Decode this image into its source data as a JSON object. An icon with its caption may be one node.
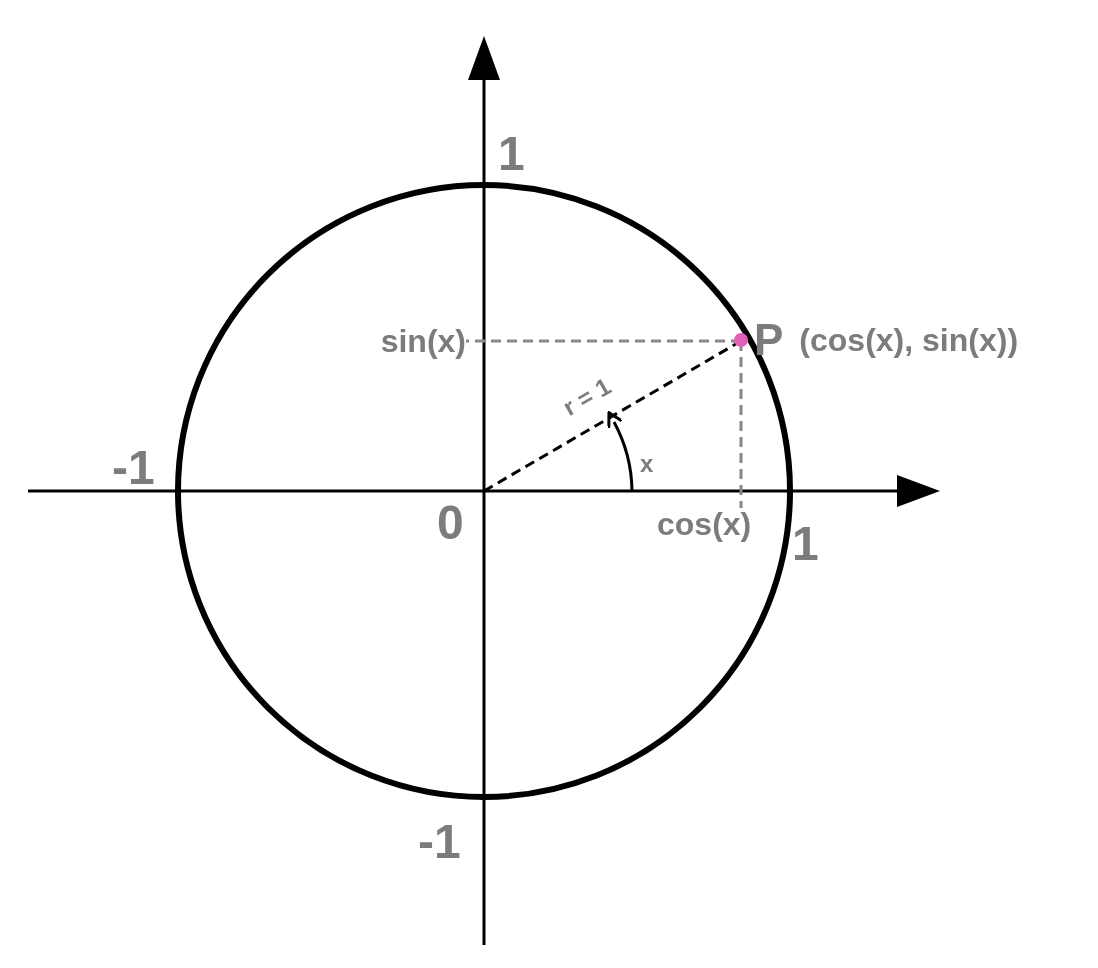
{
  "diagram": {
    "nodes": [
      {
        "text": [
          "P"
        ],
        "beside": [
          "(cos(x), sin(x))"
        ]
      },
      {
        "text": [
          "sin(x)"
        ]
      },
      {
        "text": [
          "cos(x)"
        ]
      },
      {
        "text": [
          "0"
        ]
      }
    ],
    "edges": [
      {
        "from": 3,
        "to": 0,
        "arrow": "none",
        "style": "dashed",
        "label": "r = 1",
        "color": "#000000"
      },
      {
        "from": 0,
        "to": 1,
        "arrow": "none",
        "style": "dashed",
        "color": "#888888"
      },
      {
        "from": 0,
        "to": 2,
        "arrow": "none",
        "style": "dashed",
        "color": "#888888"
      }
    ],
    "labels": [
      "1",
      "-1",
      "x",
      "1",
      "-1"
    ]
  }
}
